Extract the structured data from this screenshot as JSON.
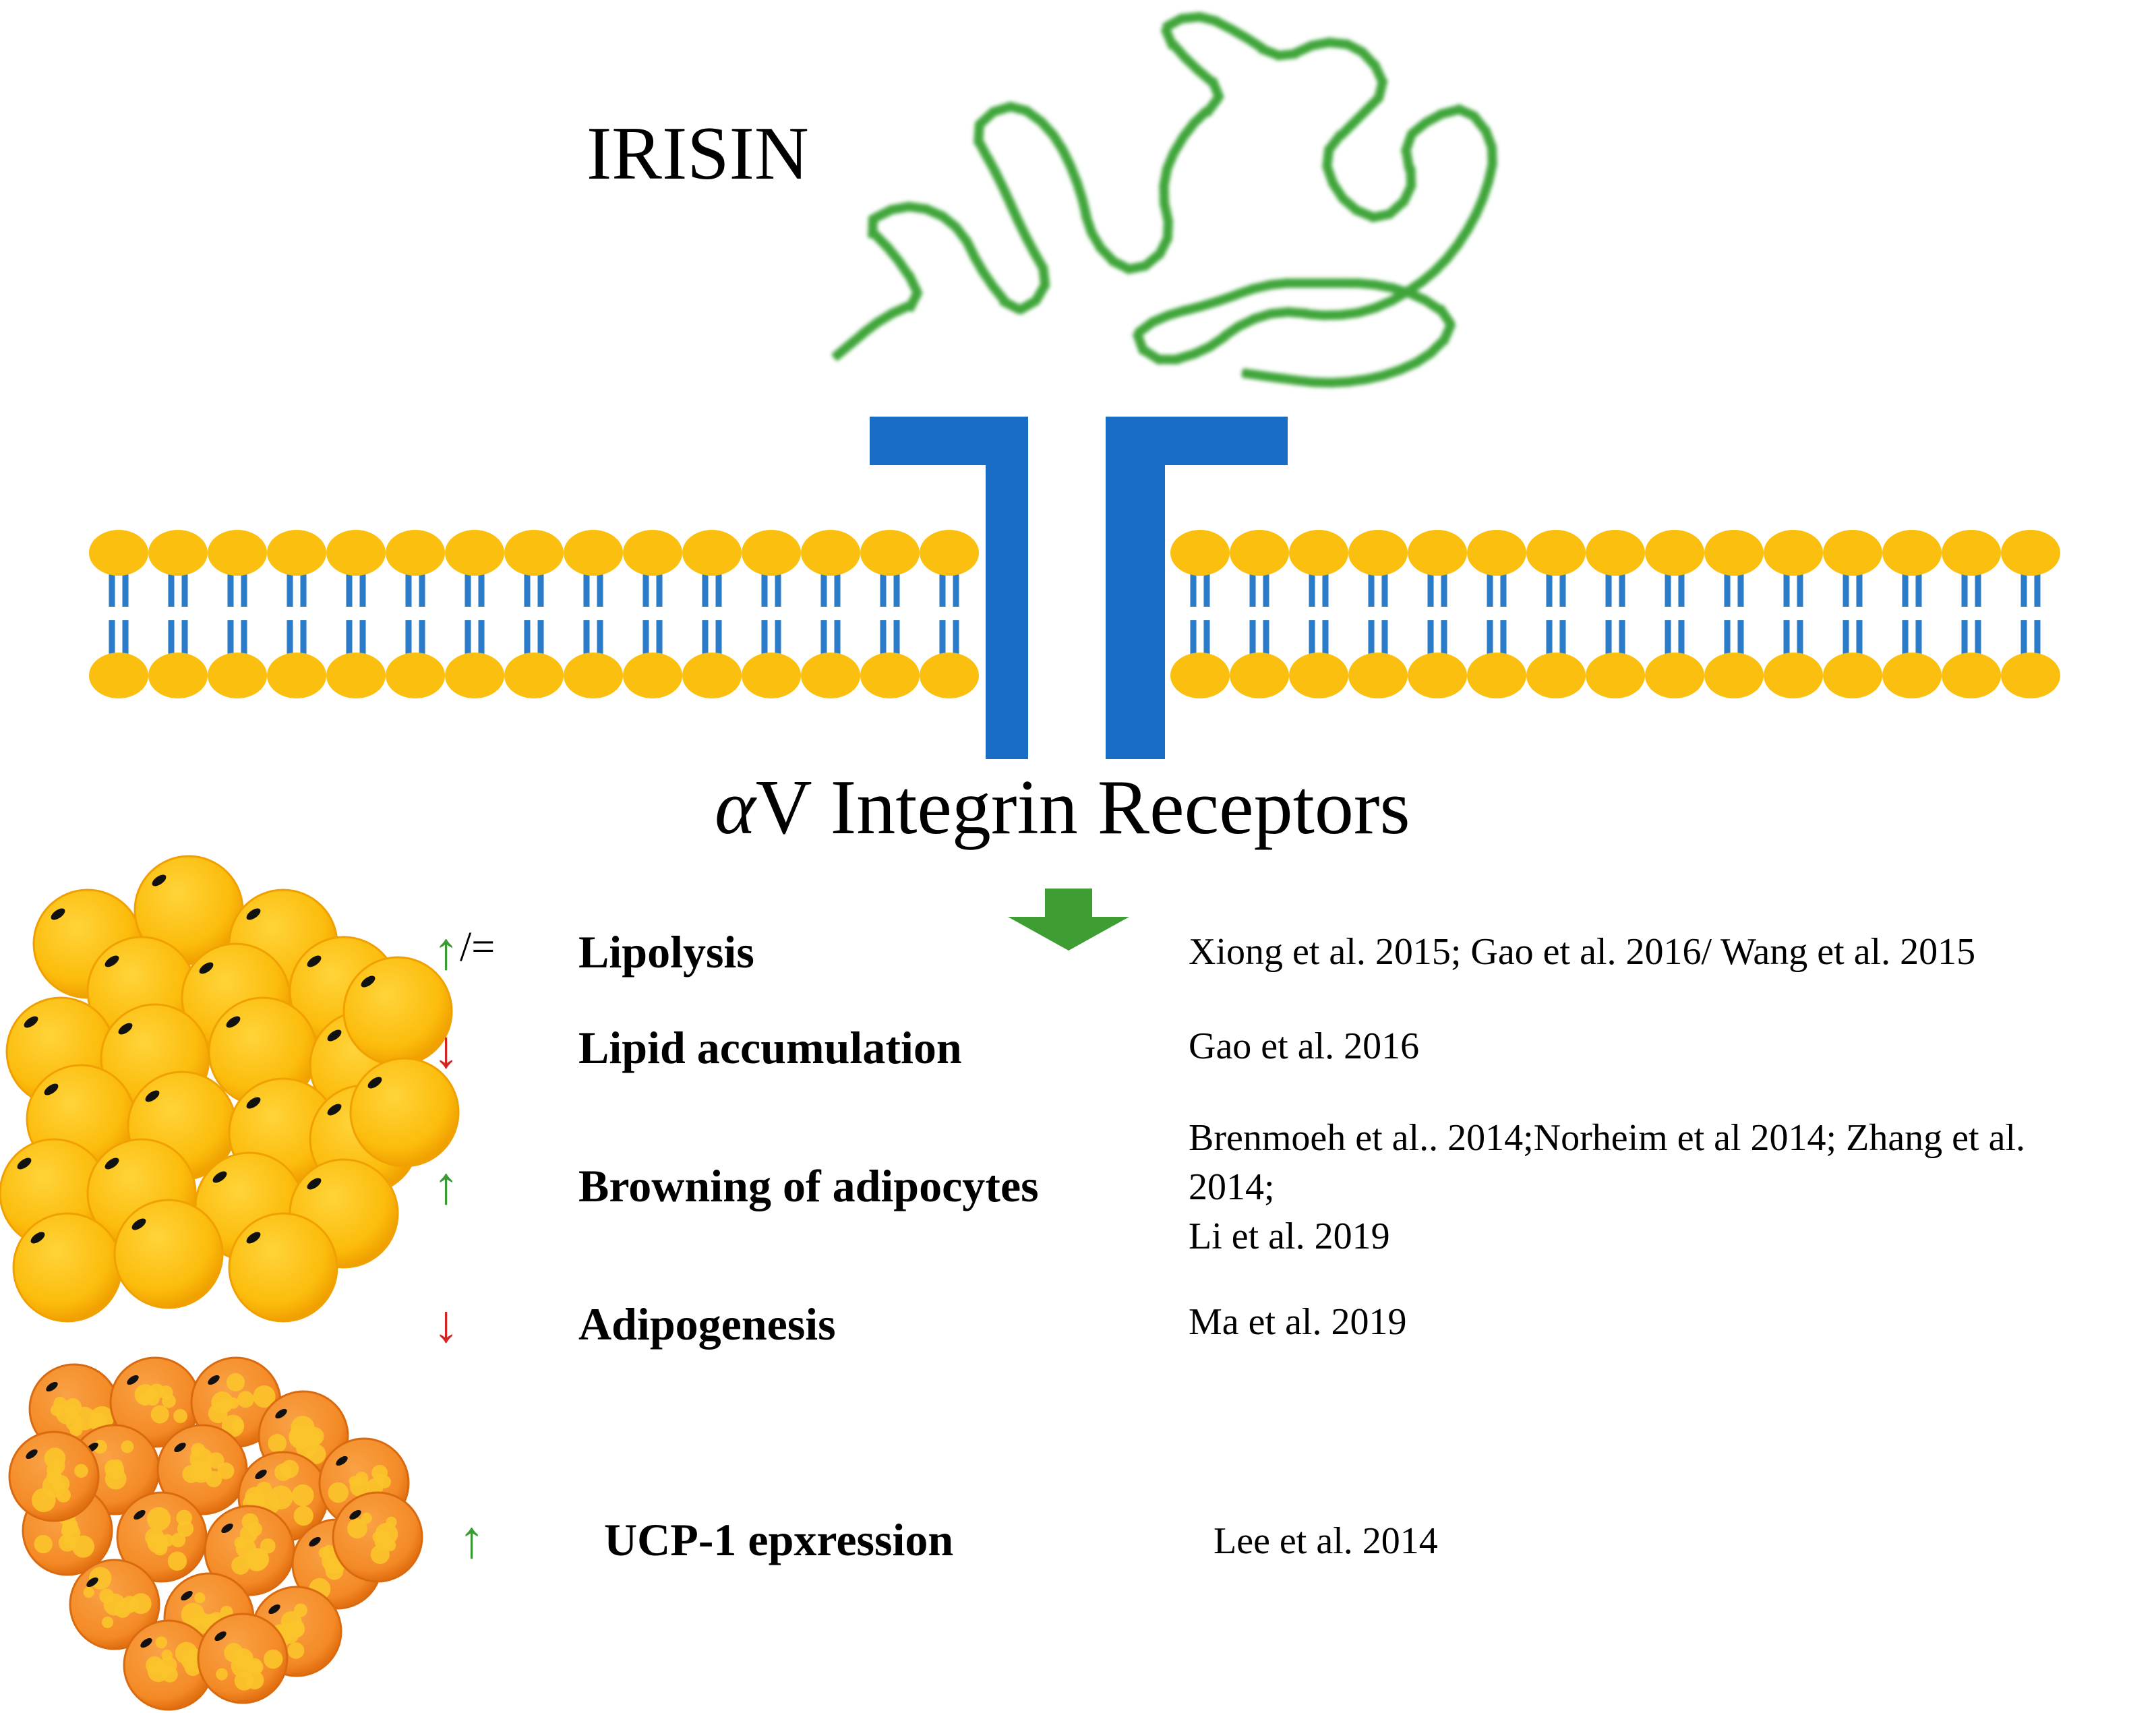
{
  "title": "IRISIN",
  "receptor": {
    "alpha": "α",
    "label": "V Integrin Receptors"
  },
  "colors": {
    "receptor_blue": "#1a6dc7",
    "lipid_head": "#fbbf10",
    "lipid_tail": "#2a7bc8",
    "protein_green": "#3fa63a",
    "arrow_green": "#3f9e33",
    "white_adipocyte": "#fcbc0c",
    "brown_adipocyte": "#f48a26",
    "up_arrow": "#3a9b35",
    "down_arrow": "#d42525"
  },
  "effects": [
    {
      "indicator": "↑",
      "indicator_suffix": "/=",
      "direction": "up",
      "label": "Lipolysis",
      "refs": [
        "Xiong et al. 2015; Gao et al. 2016/ Wang et al. 2015"
      ]
    },
    {
      "indicator": "↓",
      "indicator_suffix": "",
      "direction": "down",
      "label": "Lipid accumulation",
      "refs": [
        "Gao et al. 2016"
      ]
    },
    {
      "indicator": "↑",
      "indicator_suffix": "",
      "direction": "up",
      "label": "Browning of adipocytes",
      "refs": [
        "Brenmoeh et al.. 2014;Norheim et al 2014; Zhang et al.",
        "2014;",
        "Li  et al. 2019"
      ]
    },
    {
      "indicator": "↓",
      "indicator_suffix": "",
      "direction": "down",
      "label": "Adipogenesis",
      "refs": [
        "Ma et al. 2019"
      ]
    },
    {
      "indicator": "↑",
      "indicator_suffix": "",
      "direction": "up",
      "label": "UCP-1 epxression",
      "refs": [
        "Lee et al. 2014"
      ]
    }
  ]
}
